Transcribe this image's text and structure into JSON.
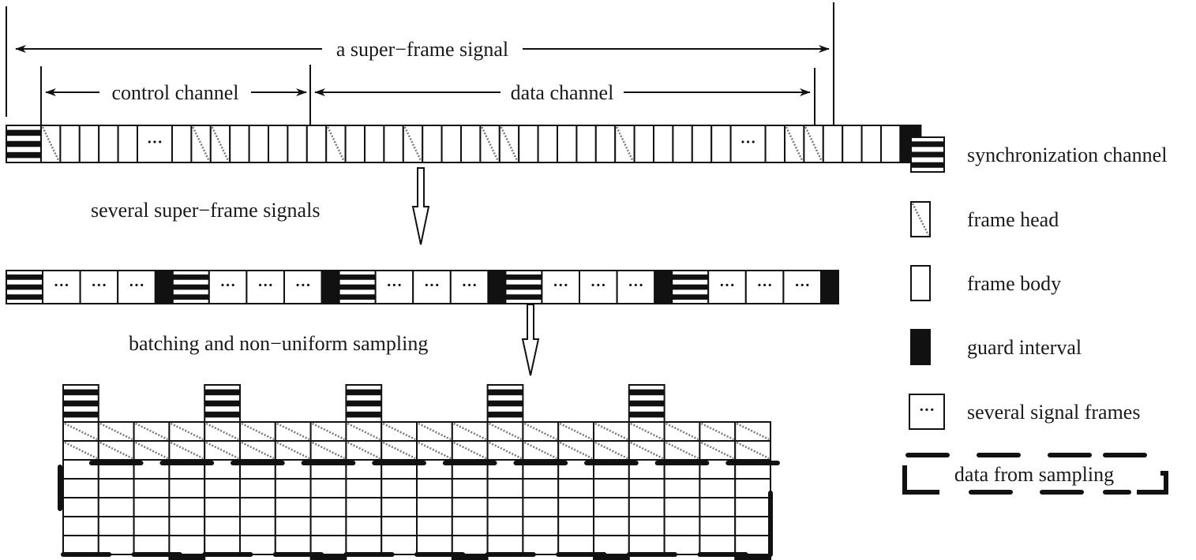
{
  "top": {
    "super_frame_label": "a super−frame signal",
    "control_label": "control channel",
    "data_label": "data channel",
    "cells": "SHBBBBDBHHBBBBBHBBBHBBBHHBBBBBHBBBBBDBHHBBBBG",
    "dots_glyph": "···"
  },
  "middle": {
    "caption": "several super−frame signals",
    "cells": "SDDDGSDDDGSDDDGSDDDGSDDDG"
  },
  "bottom": {
    "caption": "batching and non−uniform sampling",
    "columns": 20,
    "sync_every": 4
  },
  "legend": [
    {
      "key": "sync",
      "label": "synchronization channel"
    },
    {
      "key": "head",
      "label": "frame head"
    },
    {
      "key": "body",
      "label": "frame body"
    },
    {
      "key": "guard",
      "label": "guard interval"
    },
    {
      "key": "dots",
      "label": "several signal frames"
    },
    {
      "key": "sampling",
      "label": "data from sampling"
    }
  ]
}
